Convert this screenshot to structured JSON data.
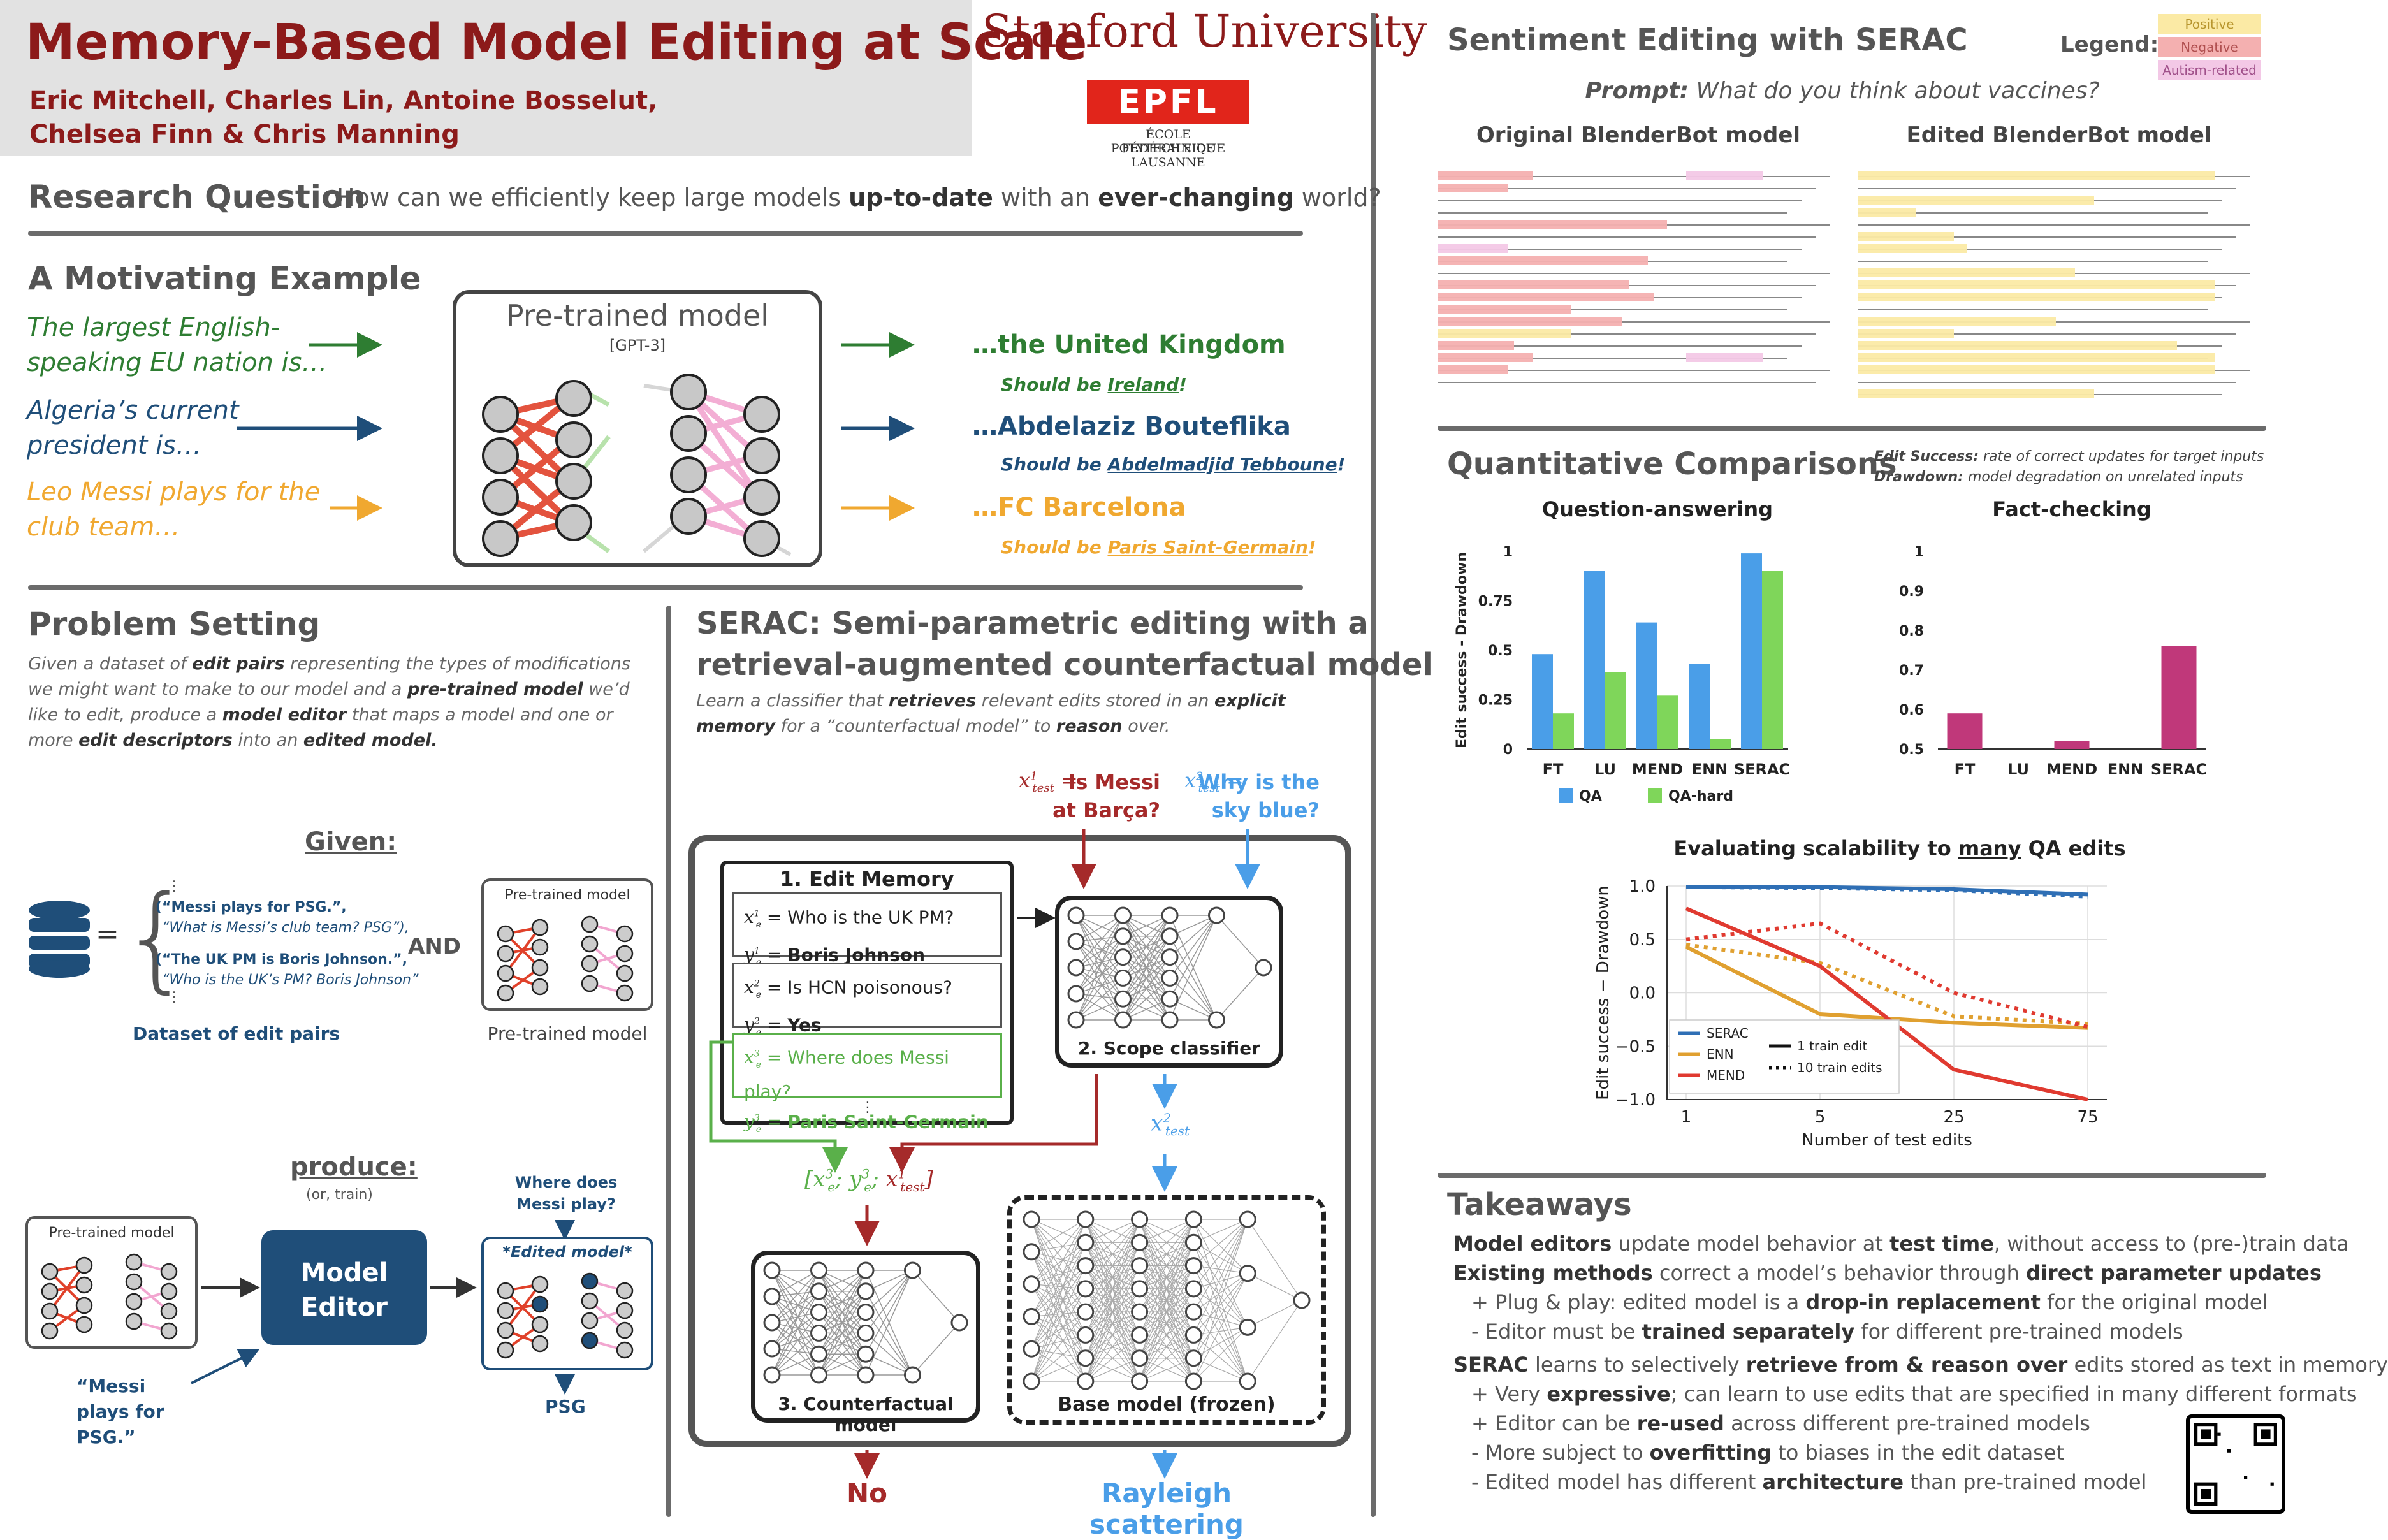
{
  "header": {
    "title": "Memory-Based Model Editing at Scale",
    "authors_line1": "Eric Mitchell, Charles Lin, Antoine Bosselut,",
    "authors_line2": "Chelsea Finn & Chris Manning",
    "stanford": "Stanford University",
    "epfl_logo": "EPFL",
    "epfl_line1": "ÉCOLE POLYTECHNIQUE",
    "epfl_line2": "FÉDÉRALE DE LAUSANNE"
  },
  "research_question": {
    "heading": "Research Question",
    "text_pre": "How can we efficiently keep large models ",
    "text_b1": "up-to-date",
    "text_mid": " with an ",
    "text_b2": "ever-changing",
    "text_post": " world?"
  },
  "motivating": {
    "heading": "A Motivating Example",
    "prompts": [
      {
        "line1": "The largest English-",
        "line2": "speaking EU nation is…",
        "color": "#2e7d32"
      },
      {
        "line1": "Algeria’s current",
        "line2": "president is…",
        "color": "#1f4e79"
      },
      {
        "line1": "Leo Messi plays for the",
        "line2": "club team…",
        "color": "#f0a830"
      }
    ],
    "model_title": "Pre-trained model",
    "model_sub": "[GPT-3]",
    "answers": [
      {
        "answer": "…the United Kingdom",
        "should_pre": "Should be ",
        "should": "Ireland",
        "should_post": "!",
        "color": "#2e7d32"
      },
      {
        "answer": "…Abdelaziz Bouteflika",
        "should_pre": "Should be ",
        "should": "Abdelmadjid Tebboune",
        "should_post": "!",
        "color": "#1f4e79"
      },
      {
        "answer": "…FC Barcelona",
        "should_pre": "Should be ",
        "should": "Paris Saint-Germain",
        "should_post": "!",
        "color": "#f0a830"
      }
    ]
  },
  "problem": {
    "heading": "Problem Setting",
    "p1": "Given a dataset of ",
    "p1b": "edit pairs",
    "p2": " representing the types of modifications we might want to make to our model and a ",
    "p2b": "pre-trained model",
    "p3": " we’d like to edit, produce a ",
    "p3b": "model editor",
    "p4": " that maps a model and one or more ",
    "p4b": "edit descriptors",
    "p5": " into an ",
    "p5b": "edited model.",
    "given": "Given:",
    "dataset_items": [
      {
        "b": "(“Messi plays for PSG.”,",
        "s": "“What is Messi’s club team? PSG”),"
      },
      {
        "b": "(“The UK PM is Boris Johnson.”,",
        "s": "“Who is the UK’s PM? Boris Johnson”"
      }
    ],
    "ellipsis": "⋮",
    "and": "AND",
    "dataset_label": "Dataset of edit pairs",
    "ptm_box_label": "Pre-trained model",
    "ptm_label": "Pre-trained model",
    "produce": "produce:",
    "produce_sub": "(or, train)",
    "ptm_small": "Pre-trained model",
    "editor": "Model Editor",
    "where_q": "Where does Messi play?",
    "edited_label": "*Edited model*",
    "messi_in": "“Messi plays for PSG.”",
    "psg": "PSG"
  },
  "serac": {
    "heading1": "SERAC: Semi-parametric editing with a",
    "heading2": "retrieval-augmented counterfactual model",
    "p1": "Learn a classifier that ",
    "p1b": "retrieves",
    "p2": " relevant edits stored in an ",
    "p2b": "explicit memory",
    "p3": " for a “counterfactual model” to ",
    "p3b": "reason",
    "p4": " over.",
    "xtest1_q": "Is Messi at Barça?",
    "xtest2_q": "Why is the sky blue?",
    "mem_title": "1. Edit Memory",
    "mem": [
      {
        "x": "Who is the UK PM?",
        "y": "Boris Johnson"
      },
      {
        "x": "Is HCN poisonous?",
        "y": "Yes"
      },
      {
        "x": "Where does Messi play?",
        "y": "Paris Saint-Germain"
      }
    ],
    "scope": "2. Scope classifier",
    "counterfactual": "3. Counterfactual model",
    "base": "Base model (frozen)",
    "out_no": "No",
    "out_rayleigh": "Rayleigh scattering"
  },
  "sentiment": {
    "heading": "Sentiment Editing with SERAC",
    "legend_label": "Legend:",
    "legend": [
      {
        "label": "Positive",
        "color": "#fbeaa5",
        "text": "#b8962e"
      },
      {
        "label": "Negative",
        "color": "#f4b0b0",
        "text": "#b05050"
      },
      {
        "label": "Autism-related",
        "color": "#f3c8e6",
        "text": "#a0508a"
      }
    ],
    "prompt_label": "Prompt:",
    "prompt": "What do you think about vaccines?",
    "col1": "Original BlenderBot model",
    "col2": "Edited BlenderBot model"
  },
  "quant": {
    "heading": "Quantitative Comparisons",
    "es_label": "Edit Success:",
    "es_text": "rate of correct updates for target inputs",
    "dd_label": "Drawdown:",
    "dd_text": "model degradation on unrelated inputs"
  },
  "scal": {
    "title_pre": "Evaluating scalability to ",
    "title_u": "many",
    "title_post": " QA edits"
  },
  "chart_data": [
    {
      "type": "bar",
      "title": "Question-answering",
      "ylabel": "Edit success - Drawdown",
      "categories": [
        "FT",
        "LU",
        "MEND",
        "ENN",
        "SERAC"
      ],
      "ylim": [
        0,
        1
      ],
      "yticks": [
        "0",
        "0.25",
        "0.5",
        "0.75",
        "1"
      ],
      "series": [
        {
          "name": "QA",
          "color": "#4a9ee8",
          "values": [
            0.48,
            0.9,
            0.64,
            0.43,
            0.99
          ]
        },
        {
          "name": "QA-hard",
          "color": "#7fd65a",
          "values": [
            0.18,
            0.39,
            0.27,
            0.05,
            0.9
          ]
        }
      ]
    },
    {
      "type": "bar",
      "title": "Fact-checking",
      "categories": [
        "FT",
        "LU",
        "MEND",
        "ENN",
        "SERAC"
      ],
      "ylim": [
        0.5,
        1
      ],
      "yticks": [
        "0.5",
        "0.6",
        "0.7",
        "0.8",
        "0.9",
        "1"
      ],
      "series": [
        {
          "color": "#c0387a",
          "values": [
            0.59,
            null,
            0.52,
            null,
            0.76
          ]
        }
      ]
    },
    {
      "type": "line",
      "xlabel": "Number of test edits",
      "ylabel": "Edit success − Drawdown",
      "x": [
        "1",
        "5",
        "25",
        "75"
      ],
      "ylim": [
        -1.0,
        1.0
      ],
      "yticks": [
        "1.0",
        "0.5",
        "0.0",
        "−0.5",
        "−1.0"
      ],
      "legend_methods": [
        {
          "name": "SERAC",
          "color": "#2f6fb5"
        },
        {
          "name": "ENN",
          "color": "#e0a030"
        },
        {
          "name": "MEND",
          "color": "#e03a30"
        }
      ],
      "legend_styles": [
        "1 train edit",
        "10 train edits"
      ],
      "series": [
        {
          "name": "SERAC",
          "style": "1 train edit",
          "color": "#2f6fb5",
          "dashed": false,
          "values": [
            0.99,
            0.99,
            0.97,
            0.92
          ]
        },
        {
          "name": "SERAC",
          "style": "10 train edits",
          "color": "#2f6fb5",
          "dashed": true,
          "values": [
            0.99,
            0.98,
            0.96,
            0.9
          ]
        },
        {
          "name": "ENN",
          "style": "1 train edit",
          "color": "#e0a030",
          "dashed": false,
          "values": [
            0.43,
            -0.2,
            -0.28,
            -0.33
          ]
        },
        {
          "name": "ENN",
          "style": "10 train edits",
          "color": "#e0a030",
          "dashed": true,
          "values": [
            0.45,
            0.28,
            -0.22,
            -0.29
          ]
        },
        {
          "name": "MEND",
          "style": "1 train edit",
          "color": "#e03a30",
          "dashed": false,
          "values": [
            0.79,
            0.25,
            -0.72,
            -1.0
          ]
        },
        {
          "name": "MEND",
          "style": "10 train edits",
          "color": "#e03a30",
          "dashed": true,
          "values": [
            0.5,
            0.65,
            0.0,
            -0.32
          ]
        }
      ]
    }
  ],
  "takeaways": {
    "heading": "Takeaways",
    "l1b": "Model editors",
    "l1": " update model behavior at ",
    "l1b2": "test time",
    "l1e": ", without access to (pre-)train data",
    "l2b": "Existing methods",
    "l2": " correct a model’s behavior through ",
    "l2b2": "direct parameter updates",
    "l3": "+ Plug & play: edited model is a ",
    "l3b": "drop-in replacement",
    "l3e": " for the original model",
    "l4": "- Editor must be ",
    "l4b": "trained separately",
    "l4e": " for different pre-trained models",
    "l5b": "SERAC",
    "l5": " learns to selectively ",
    "l5b2": "retrieve from & reason over",
    "l5e": " edits stored as text in memory",
    "l6": "+ Very ",
    "l6b": "expressive",
    "l6e": "; can learn to use edits that are specified in many different formats",
    "l7": "+ Editor can be ",
    "l7b": "re-used",
    "l7e": " across different pre-trained models",
    "l8": "- More subject to ",
    "l8b": "overfitting",
    "l8e": " to biases in the edit dataset",
    "l9": "- Edited model has different ",
    "l9b": "architecture",
    "l9e": " than pre-trained model"
  }
}
